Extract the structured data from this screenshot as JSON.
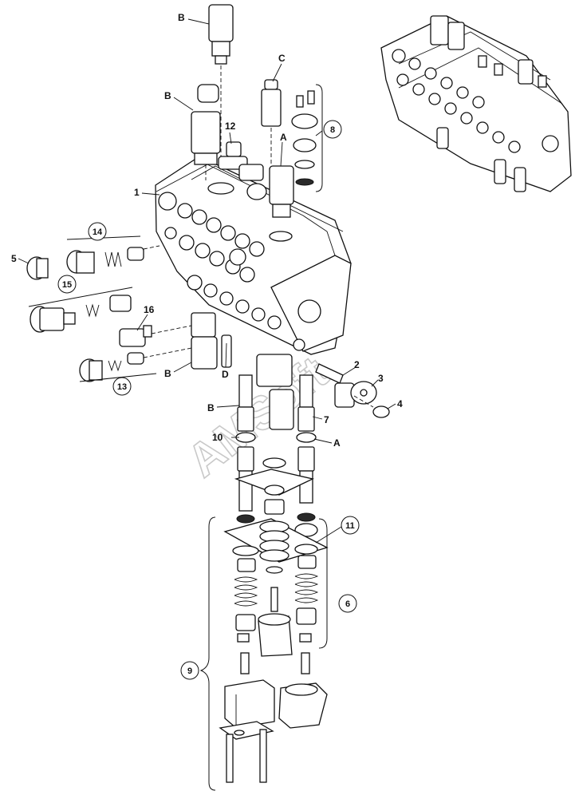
{
  "watermark": "AMSoft",
  "callouts": {
    "B_top": "B",
    "B_upper": "B",
    "C": "C",
    "12": "12",
    "A_top": "A",
    "1": "1",
    "5": "5",
    "16": "16",
    "B_left": "B",
    "D": "D",
    "2": "2",
    "B_mid": "B",
    "7": "7",
    "10": "10",
    "A_mid": "A",
    "3": "3",
    "4": "4"
  },
  "circled": {
    "8": "8",
    "14": "14",
    "15": "15",
    "13": "13",
    "11": "11",
    "6": "6",
    "9": "9"
  }
}
